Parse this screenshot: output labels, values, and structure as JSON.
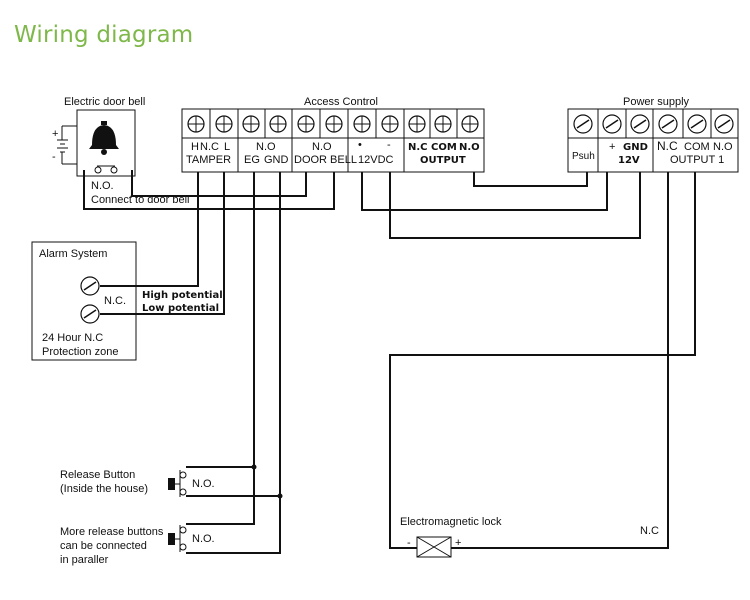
{
  "title": "Wiring diagram",
  "door_bell": {
    "label": "Electric door bell",
    "no_label": "N.O.",
    "connect_label": "Connect to door bell",
    "battery_plus": "+",
    "battery_minus": "-"
  },
  "access_control": {
    "label": "Access Control",
    "row1": [
      "H",
      "N.C",
      "L",
      "N.O",
      "N.O",
      "•",
      "-",
      "N.C",
      "COM",
      "N.O"
    ],
    "row2": [
      "TAMPER",
      "EG",
      "GND",
      "DOOR BELL",
      "12VDC",
      "OUTPUT"
    ]
  },
  "power_supply": {
    "label": "Power supply",
    "psuh": "Psuh",
    "plus": "+",
    "gnd": "GND",
    "v12": "12V",
    "nc": "N.C",
    "com": "COM",
    "no": "N.O",
    "output": "OUTPUT 1"
  },
  "alarm": {
    "label": "Alarm System",
    "nc": "N.C.",
    "high": "High potential",
    "low": "Low potential",
    "zone1": "24 Hour N.C",
    "zone2": "Protection zone"
  },
  "release": {
    "button1_line1": "Release Button",
    "button1_line2": "(Inside the house)",
    "button1_no": "N.O.",
    "button2_line1": "More release buttons",
    "button2_line2": "can be connected",
    "button2_line3": "in paraller",
    "button2_no": "N.O."
  },
  "lock": {
    "label": "Electromagnetic lock",
    "minus": "-",
    "plus": "+",
    "nc": "N.C"
  }
}
